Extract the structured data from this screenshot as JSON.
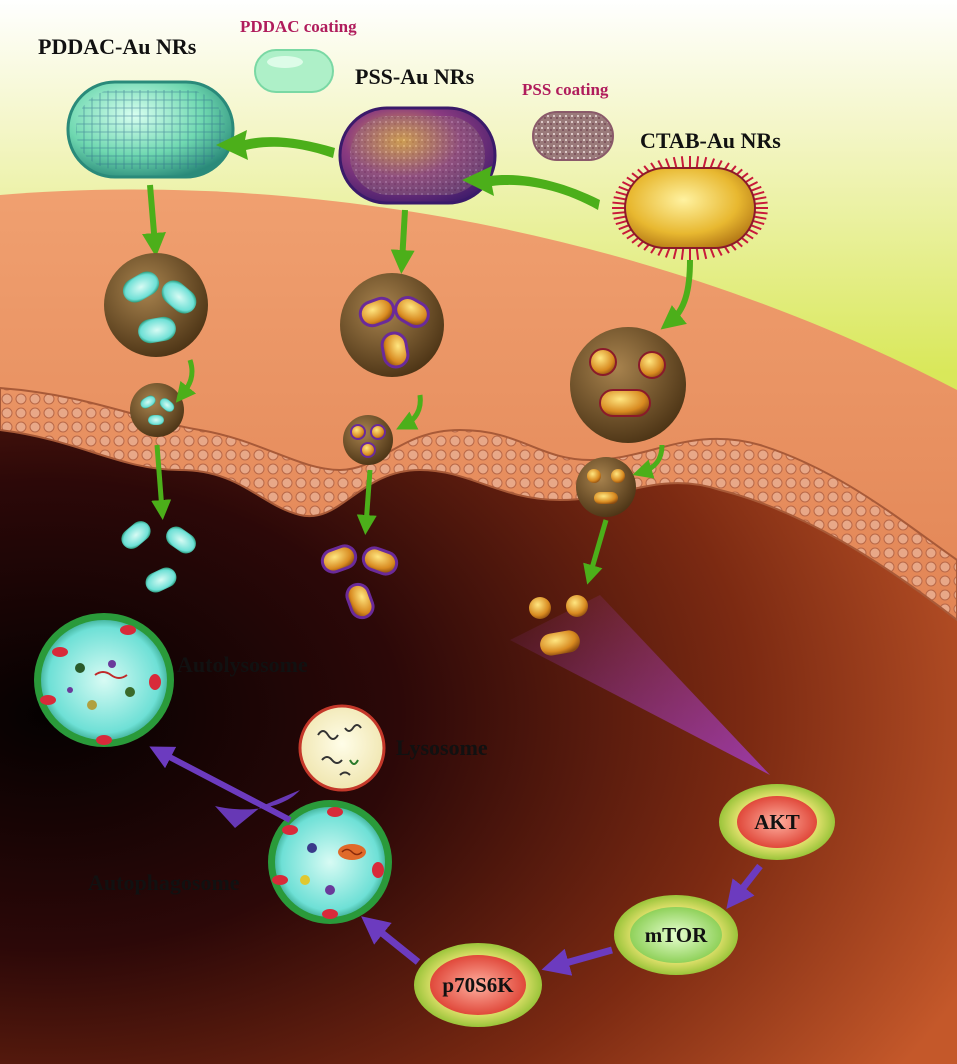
{
  "labels": {
    "pddac_au": "PDDAC-Au NRs",
    "pddac_coating": "PDDAC coating",
    "pss_au": "PSS-Au NRs",
    "pss_coating": "PSS coating",
    "ctab_au": "CTAB-Au NRs",
    "autolysosome": "Autolysosome",
    "lysosome": "Lysosome",
    "autophagosome": "Autophagosome"
  },
  "pathway": {
    "akt": "AKT",
    "mtor": "mTOR",
    "p70s6k": "p70S6K"
  },
  "colors": {
    "outer_bg": "#d9e85a",
    "cell_top": "#e98b5a",
    "cytoplasm_dark": "#1a0404",
    "cytoplasm_light": "#b44c22",
    "membrane": "#d48a66",
    "arrow_green": "#4caf1a",
    "arrow_purple": "#6c3bbf",
    "coating_text": "#b01c5c",
    "pddac_green": "#7ee8b8",
    "pss_purple": "#5a2a8a",
    "ctab_gold": "#e8c040",
    "node_red": "#e85a5a",
    "node_green": "#8fd15a",
    "node_yellow": "#e8d85a"
  },
  "icons": [
    "pddac-gold-nanorod-icon",
    "pss-gold-nanorod-icon",
    "ctab-gold-nanorod-icon",
    "endosome-icon",
    "lysosome-icon"
  ]
}
